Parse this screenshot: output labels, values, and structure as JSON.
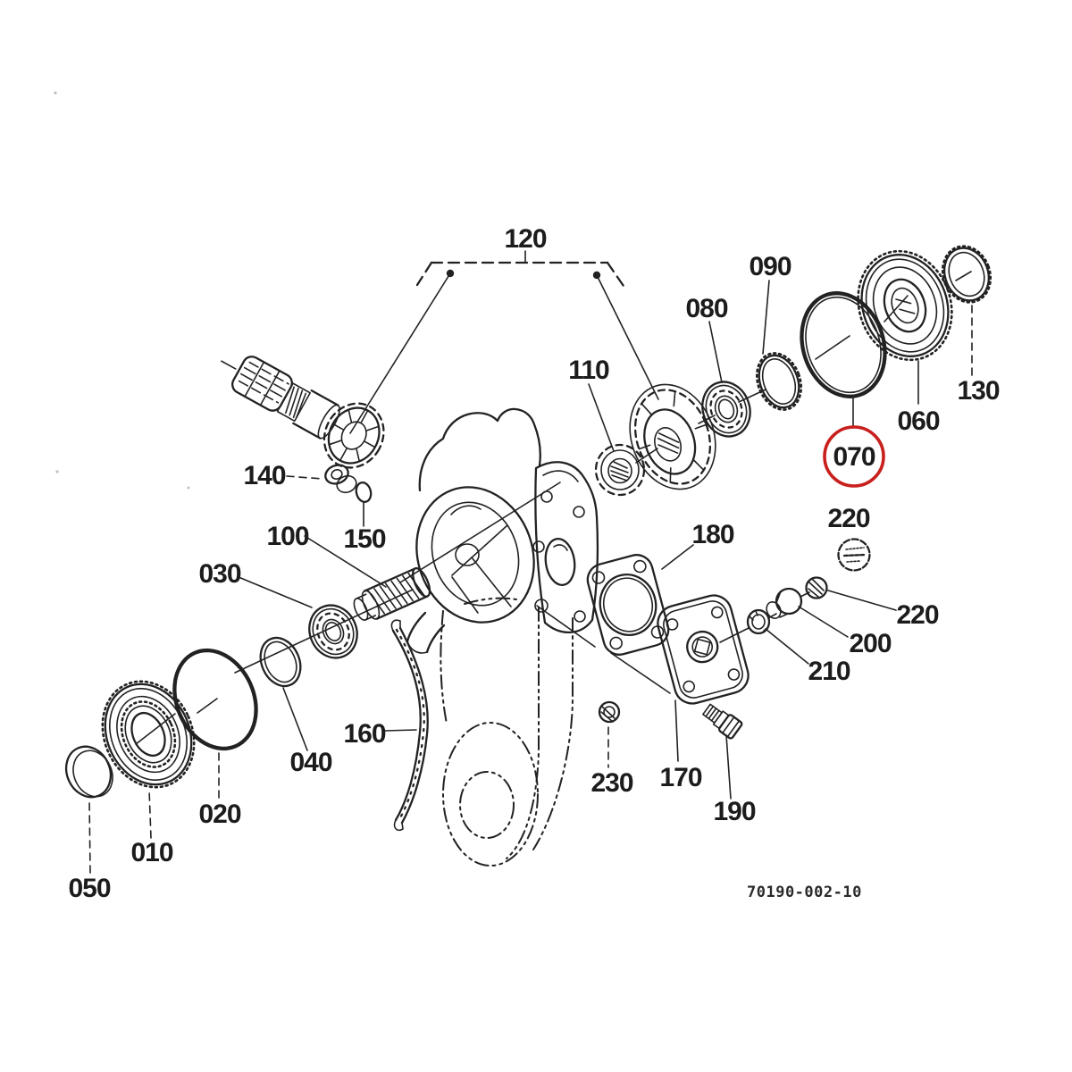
{
  "diagram": {
    "type": "exploded-parts-diagram",
    "drawing_number": "70190-002-10",
    "highlighted_part_ref": "070",
    "highlight_color": "#c8201d",
    "line_color": "#222222",
    "background_color": "#ffffff",
    "part_refs": [
      "010",
      "020",
      "030",
      "040",
      "050",
      "060",
      "070",
      "080",
      "090",
      "100",
      "110",
      "120",
      "130",
      "140",
      "150",
      "160",
      "170",
      "180",
      "190",
      "200",
      "210",
      "220",
      "230"
    ],
    "labels": {
      "010": "010",
      "020": "020",
      "030": "030",
      "040": "040",
      "050": "050",
      "060": "060",
      "070": "070",
      "080": "080",
      "090": "090",
      "100": "100",
      "110": "110",
      "120": "120",
      "130": "130",
      "140": "140",
      "150": "150",
      "160": "160",
      "170": "170",
      "180": "180",
      "190": "190",
      "200": "200",
      "210": "210",
      "220": "220",
      "230": "230"
    }
  }
}
